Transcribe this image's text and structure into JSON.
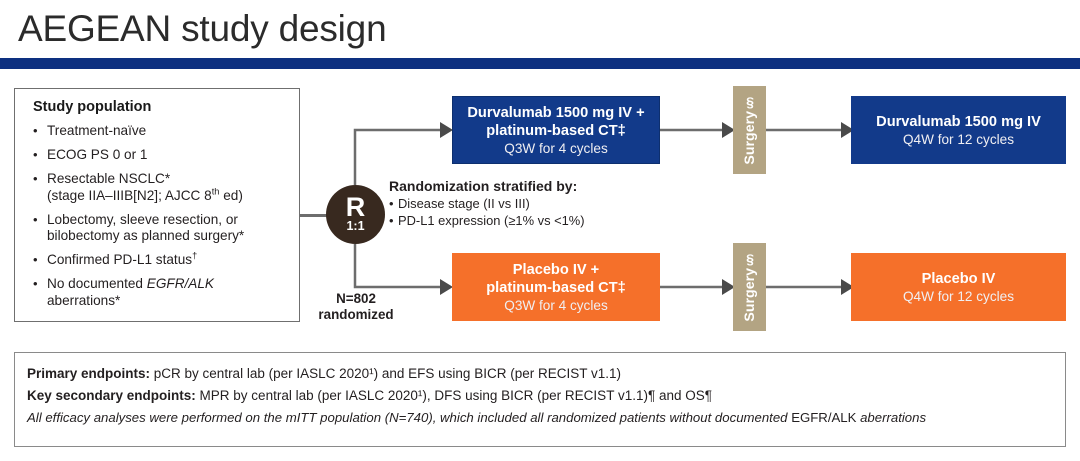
{
  "title": "AEGEAN study design",
  "accent_blue": "#123a8a",
  "accent_orange": "#f5702a",
  "accent_tan": "#b3a483",
  "rule_color": "#0d3080",
  "study_population": {
    "heading": "Study population",
    "items": [
      {
        "text": "Treatment-naïve"
      },
      {
        "text": "ECOG PS 0 or 1"
      },
      {
        "text": "Resectable NSCLC*",
        "line2_pre": "(stage IIA–IIIB[N2]; AJCC 8",
        "line2_sup": "th",
        "line2_post": " ed)"
      },
      {
        "text": "Lobectomy, sleeve resection, or",
        "line2_pre": "bilobectomy as planned surgery*"
      },
      {
        "text": "Confirmed PD-L1 status",
        "sup": "†"
      },
      {
        "text": "No documented ",
        "italic": "EGFR/ALK",
        "post": "",
        "line2_pre": "aberrations*"
      }
    ]
  },
  "randomization": {
    "letter": "R",
    "ratio": "1:1",
    "n_line1": "N=802",
    "n_line2": "randomized",
    "strat_title": "Randomization stratified by:",
    "strat_items": [
      "Disease stage (II vs III)",
      "PD-L1 expression (≥1% vs <1%)"
    ]
  },
  "arms": {
    "blue_induction": {
      "line1": "Durvalumab 1500 mg IV +",
      "line2": "platinum-based CT‡",
      "line3": "Q3W for 4 cycles"
    },
    "orange_induction": {
      "line1": "Placebo IV +",
      "line2": "platinum-based CT‡",
      "line3": "Q3W for 4 cycles"
    },
    "blue_adjuvant": {
      "line1": "Durvalumab 1500 mg IV",
      "line2": "Q4W for 12 cycles"
    },
    "orange_adjuvant": {
      "line1": "Placebo IV",
      "line2": "Q4W for 12 cycles"
    }
  },
  "surgery": {
    "label_upper": "Surgery§",
    "label_lower": "Surgery§"
  },
  "endpoints": {
    "primary_label": "Primary endpoints:",
    "primary_text": " pCR by central lab (per IASLC 2020¹) and EFS using BICR (per RECIST v1.1)",
    "secondary_label": "Key secondary endpoints:",
    "secondary_text": " MPR by central lab (per IASLC 2020¹), DFS using BICR (per RECIST v1.1)¶ and OS¶",
    "note_pre": "All efficacy analyses were performed on the mITT population (N=740), which included all randomized patients without documented ",
    "note_upright": "EGFR/ALK",
    "note_post": " aberrations"
  }
}
